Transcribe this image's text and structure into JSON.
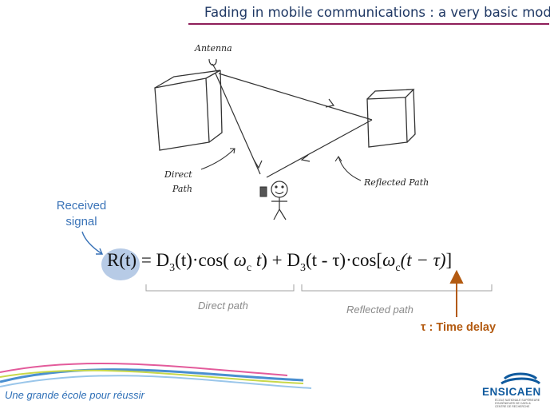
{
  "header": {
    "title": "Fading in mobile communications : a very basic model"
  },
  "sketch": {
    "antenna_label": "Antenna",
    "direct_label_line1": "Direct",
    "direct_label_line2": "Path",
    "reflected_label": "Reflected Path"
  },
  "equation": {
    "received_label_line1": "Received",
    "received_label_line2": "signal",
    "lhs": "R(t)",
    "equals": "=",
    "term1_D": "D",
    "term1_D_sub": "3",
    "term1_args": "(t)·cos( ",
    "term1_omega": "ω",
    "term1_omega_sub": "c",
    "term1_t": " t",
    "term1_close": ") + ",
    "term2_D": "D",
    "term2_D_sub": "3",
    "term2_args": "(t - τ)·cos",
    "term2_open": "[",
    "term2_omega": "ω",
    "term2_omega_sub": "c",
    "term2_inner": "(t − τ)",
    "term2_close": "]",
    "direct_path_label": "Direct path",
    "reflected_path_label": "Reflected path",
    "time_delay_label": "τ : Time delay"
  },
  "footer": {
    "tagline": "Une grande école pour réussir",
    "logo_name": "ENSICAEN",
    "logo_subtext": "ÉCOLE NATIONALE SUPÉRIEURE D'INGÉNIEURS DE CAEN & CENTRE DE RECHERCHE"
  },
  "colors": {
    "title": "#1f3864",
    "title_rule": "#8e1e5a",
    "received": "#3b74b8",
    "highlight": "#b7cbe6",
    "brace_label": "#8a8a8a",
    "delay": "#b35a10",
    "logo": "#0f5a9e"
  }
}
